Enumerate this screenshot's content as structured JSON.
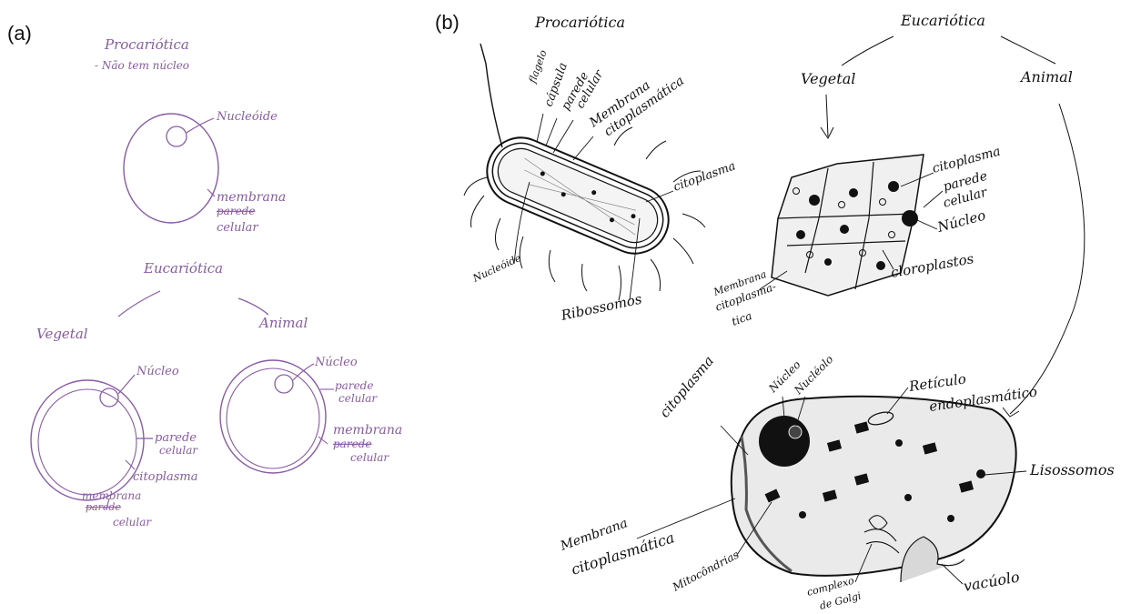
{
  "panel_a": {
    "tag": "(a)",
    "title_prokaryote": "Procariótica",
    "note_prokaryote": "- Não tem núcleo",
    "label_nucleoid": "Nucleóide",
    "label_membrane": "membrana",
    "label_membrane_struck": "parede",
    "label_cellular": "celular",
    "title_eukaryote": "Eucariótica",
    "branch_plant": "Vegetal",
    "branch_animal": "Animal",
    "plant_nucleus": "Núcleo",
    "plant_wall": "parede",
    "plant_wall_cellular": "celular",
    "plant_cytoplasm": "citoplasma",
    "plant_membrane": "membrana",
    "plant_membrane_struck": "parede",
    "plant_membrane_cellular": "celular",
    "animal_nucleus": "Núcleo",
    "animal_wall": "parede",
    "animal_wall_cellular": "celular",
    "animal_membrane": "membrana",
    "animal_membrane_struck": "parede",
    "animal_membrane_cellular": "celular",
    "ink_color": "#8a5aa6"
  },
  "panel_b": {
    "tag": "(b)",
    "title_prokaryote": "Procariótica",
    "bact_flagelo": "flagelo",
    "bact_capsula": "cápsula",
    "bact_parede": "parede",
    "bact_parede_celular": "celular",
    "bact_membrana": "Membrana",
    "bact_membrana_cito": "citoplasmática",
    "bact_citoplasma": "citoplasma",
    "bact_nucleoide": "Nucleóide",
    "bact_ribossomos": "Ribossomos",
    "title_eukaryote": "Eucariótica",
    "branch_plant": "Vegetal",
    "branch_animal": "Animal",
    "plant_citoplasma": "citoplasma",
    "plant_parede": "parede",
    "plant_parede_celular": "celular",
    "plant_nucleo": "Núcleo",
    "plant_cloroplastos": "cloroplastos",
    "plant_membrana_1": "Membrana",
    "plant_membrana_2": "citoplasma-",
    "plant_membrana_3": "tica",
    "animal_citoplasma": "citoplasma",
    "animal_nucleo": "Núcleo",
    "animal_nucleolo": "Nucléolo",
    "animal_reticulo_1": "Retículo",
    "animal_reticulo_2": "endoplasmático",
    "animal_lisossomos": "Lisossomos",
    "animal_membrana_1": "Membrana",
    "animal_membrana_2": "citoplasmática",
    "animal_mitocondrias": "Mitocôndrias",
    "animal_golgi_1": "complexo",
    "animal_golgi_2": "de Golgi",
    "animal_vacuolo": "vacúolo",
    "ink_color": "#111111"
  }
}
